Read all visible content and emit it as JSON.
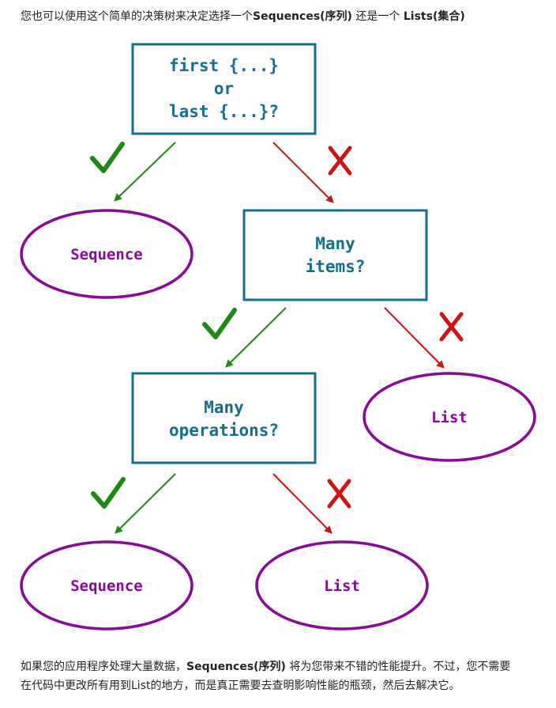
{
  "intro": {
    "before": "您也可以使用这个简单的决策树来决定选择一个",
    "bold1": "Sequences(序列)",
    "middle": " 还是一个 ",
    "bold2": "Lists(集合)"
  },
  "diagram": {
    "q1_line1": "first {...}",
    "q1_line2": "or",
    "q1_line3": "last {...}?",
    "q2_line1": "Many",
    "q2_line2": "items?",
    "q3_line1": "Many",
    "q3_line2": "operations?",
    "leaf_sequence_1": "Sequence",
    "leaf_list_1": "List",
    "leaf_sequence_2": "Sequence",
    "leaf_list_2": "List",
    "colors": {
      "box_border": "#12708f",
      "box_text": "#12708f",
      "ellipse_border": "#880b96",
      "ellipse_text": "#880b96",
      "yes": "#1e8a13",
      "no": "#d01212"
    }
  },
  "outro": {
    "line1_before": "如果您的应用程序处理大量数据，",
    "bold": "Sequences(序列)",
    "line1_after": " 将为您带来不错的性能提升。不过，您不需要",
    "line2": "在代码中更改所有用到List的地方，而是真正需要去查明影响性能的瓶颈，然后去解决它。"
  }
}
